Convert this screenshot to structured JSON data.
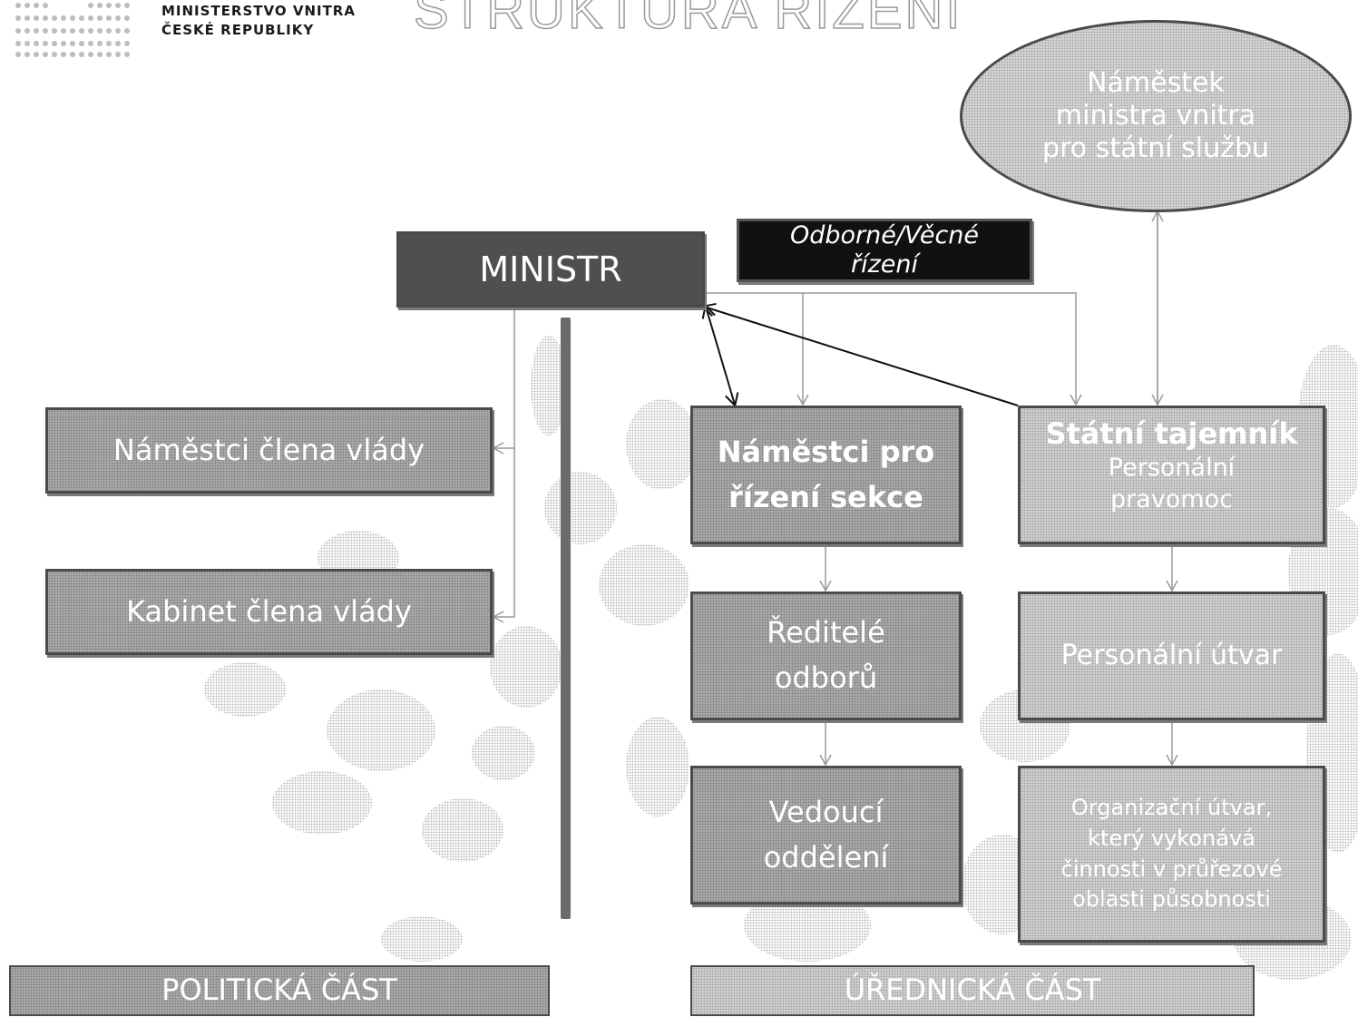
{
  "header": {
    "logo_line1": "MINISTERSTVO VNITRA",
    "logo_line2": "ČESKÉ REPUBLIKY",
    "title": "STRUKTURA ŘÍZENÍ"
  },
  "nodes": {
    "ministr": "MINISTR",
    "odborne_line1": "Odborné/Věcné",
    "odborne_line2": "řízení",
    "namestek_line1": "Náměstek",
    "namestek_line2": "ministra vnitra",
    "namestek_line3": "pro státní službu",
    "namestci_clena": "Náměstci člena vlády",
    "kabinet": "Kabinet člena vlády",
    "namestci_sekce_line1": "Náměstci pro",
    "namestci_sekce_line2": "řízení sekce",
    "statni_tajemnik": "Státní tajemník",
    "personalni_pravomoc_line1": "Personální",
    "personalni_pravomoc_line2": "pravomoc",
    "reditele_line1": "Ředitelé",
    "reditele_line2": "odborů",
    "personalni_utvar": "Personální útvar",
    "vedouci_line1": "Vedoucí",
    "vedouci_line2": "oddělení",
    "org_line1": "Organizační útvar,",
    "org_line2": "který vykonává",
    "org_line3": "činnosti v průřezové",
    "org_line4": "oblasti působnosti"
  },
  "footer": {
    "politicka": "POLITICKÁ ČÁST",
    "urednicka": "ÚŘEDNICKÁ ČÁST"
  },
  "colors": {
    "box_mid": "#a9a9a9",
    "box_light": "#cfcfcf",
    "box_dark": "#4f4f4f",
    "box_black": "#111111",
    "border": "#4a4a4a",
    "connector": "#9a9a9a",
    "arrow_strong": "#111111"
  }
}
